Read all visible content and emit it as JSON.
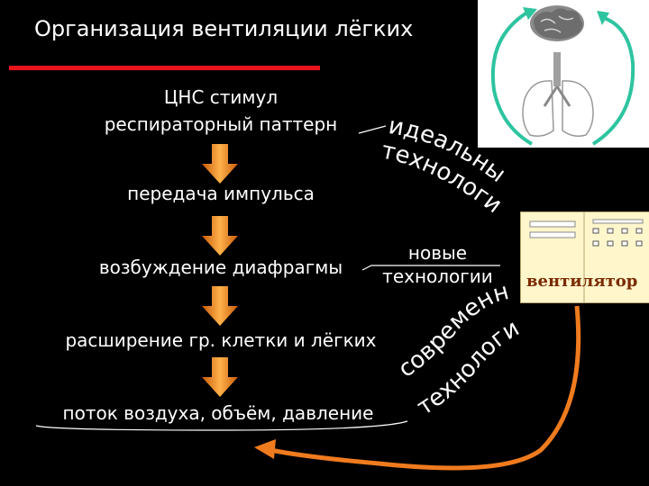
{
  "title": "Организация вентиляции лёгких",
  "steps": [
    {
      "line1": "ЦНС стимул",
      "line2": "респираторный паттерн"
    },
    {
      "line1": "передача импульса"
    },
    {
      "line1": "возбуждение диафрагмы"
    },
    {
      "line1": "расширение гр. клетки и лёгких"
    },
    {
      "line1": "поток воздуха, объём, давление"
    }
  ],
  "technologies": {
    "ideal_line1": "идеальные",
    "ideal_line2": "технологии",
    "new_line1": "новые",
    "new_line2": "технологии",
    "modern_line1": "современные",
    "modern_line2": "технологии"
  },
  "ventilator": {
    "label": "вентилятор"
  },
  "colors": {
    "background": "#000000",
    "text": "#ffffff",
    "accent_red": "#e8141b",
    "arrow_orange": "#f08a1c",
    "cycle_cyan": "#2ec4a0",
    "return_orange": "#f07b1e"
  }
}
